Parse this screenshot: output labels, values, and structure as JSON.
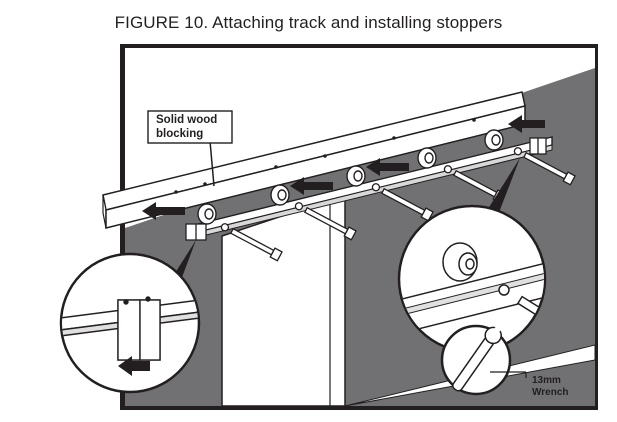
{
  "figure": {
    "title": "FIGURE 10. Attaching track and installing stoppers"
  },
  "callouts": {
    "blocking_line1": "Solid wood",
    "blocking_line2": "blocking",
    "wrench_line1": "13mm",
    "wrench_line2": "Wrench"
  },
  "colors": {
    "wall_gray": "#717174",
    "line": "#231f20",
    "arrow": "#231f20",
    "background": "#ffffff"
  }
}
